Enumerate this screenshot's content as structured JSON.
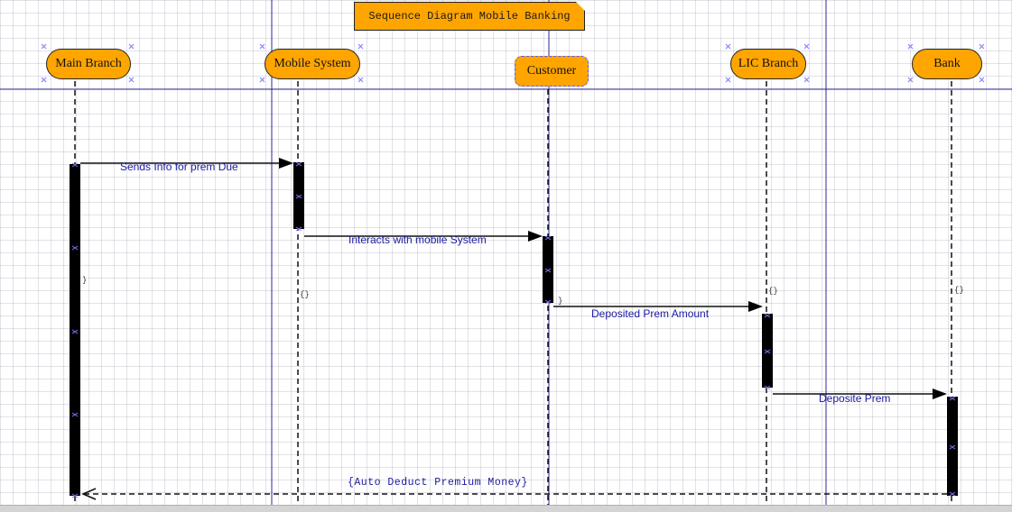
{
  "title": "Sequence Diagram Mobile Banking",
  "actors": [
    {
      "name": "Main Branch"
    },
    {
      "name": "Mobile System"
    },
    {
      "name": "Customer"
    },
    {
      "name": "LIC Branch"
    },
    {
      "name": "Bank"
    }
  ],
  "messages": [
    {
      "label": "Sends Info for prem Due",
      "from": "Main Branch",
      "to": "Mobile System"
    },
    {
      "label": "Interacts with mobile System",
      "from": "Mobile System",
      "to": "Customer"
    },
    {
      "label": "Deposited Prem Amount",
      "from": "Customer",
      "to": "LIC Branch"
    },
    {
      "label": "Deposite Prem",
      "from": "LIC Branch",
      "to": "Bank"
    },
    {
      "label": "{Auto Deduct Premium Money}",
      "from": "Bank",
      "to": "Main Branch",
      "return": true
    }
  ],
  "constraint_marks": [
    "}",
    "{}",
    "}",
    "{}",
    "{}"
  ],
  "colors": {
    "actor_fill": "#ffa500",
    "message_text": "#1a1aa0",
    "activation": "#000000",
    "guide_line": "#2a2a9a"
  }
}
